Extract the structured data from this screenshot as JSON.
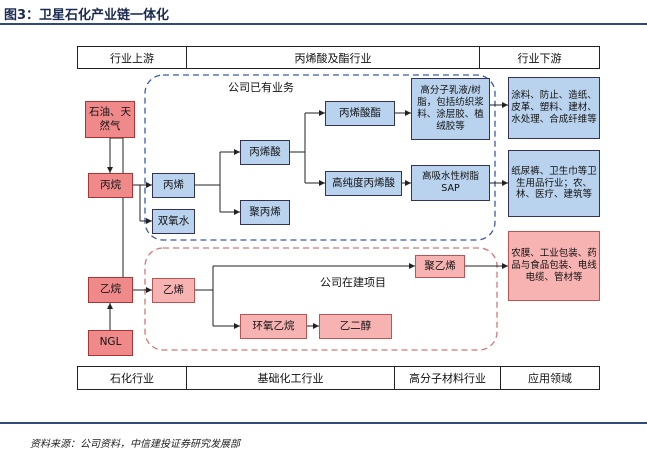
{
  "title": "图3：卫星石化产业链一体化",
  "header": [
    "行业上游",
    "丙烯酸及酯行业",
    "行业下游"
  ],
  "footer": [
    "石化行业",
    "基础化工行业",
    "高分子材料行业",
    "应用领域"
  ],
  "groups": {
    "existing": "公司已有业务",
    "building": "公司在建项目"
  },
  "nodes": {
    "oil_gas": "石油、天然气",
    "propane": "丙烷",
    "ethane": "乙烷",
    "ngl": "NGL",
    "propylene": "丙烯",
    "hydrogen_peroxide": "双氧水",
    "ethylene": "乙烯",
    "acrylic_acid": "丙烯酸",
    "polypropylene": "聚丙烯",
    "acrylate": "丙烯酸酯",
    "hp_acrylic_acid": "高纯度丙烯酸",
    "eo": "环氧乙烷",
    "eg": "乙二醇",
    "pe": "聚乙烯",
    "polymer_emulsion": "高分子乳液/树脂，包括纺织浆料、涂层胶、植绒胶等",
    "sap": "高吸水性树脂SAP",
    "app_coatings": "涂料、防止、造纸、皮革、塑料、建材、水处理、合成纤维等",
    "app_diapers": "纸尿裤、卫生巾等卫生用品行业；农、林、医疗、建筑等",
    "app_film": "农膜、工业包装、药品与食品包装、电线电缆、管材等"
  },
  "source": "资料来源：公司资料，中信建投证券研究发展部",
  "colors": {
    "upstream": "#f08a8a",
    "mid": "#b9d3ee",
    "build": "#f7b2b2",
    "existing_border": "#3b5aa8",
    "building_border": "#d07878"
  }
}
